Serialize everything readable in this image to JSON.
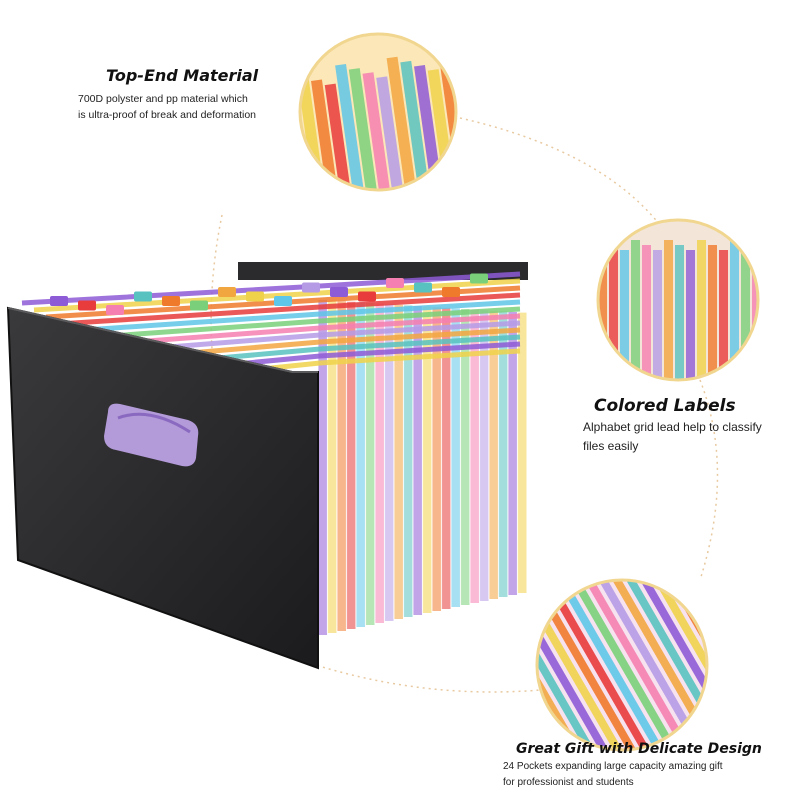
{
  "features": [
    {
      "title": "Top-End Material",
      "lines": [
        "700D polyster and pp material which",
        "is ultra-proof of break and deformation"
      ]
    },
    {
      "title": "Colored Labels",
      "lines": [
        "Alphabet grid lead help to classify",
        "files easily"
      ]
    },
    {
      "title": "Great Gift with Delicate Design",
      "lines": [
        "24 Pockets expanding large capacity amazing gift",
        "for professionist and students"
      ]
    }
  ],
  "product": {
    "name": "expanding file folder",
    "cover_color": "#2a2a2c",
    "pocket_colors": [
      "#8e5bd6",
      "#f0d24a",
      "#f07a2c",
      "#e83b3b",
      "#5ec6e8",
      "#7ad07a",
      "#f57fb0",
      "#b59be6",
      "#f2a640",
      "#58c2c0"
    ]
  },
  "icons": [
    "zoom-circle-top",
    "zoom-circle-middle",
    "zoom-circle-bottom"
  ]
}
